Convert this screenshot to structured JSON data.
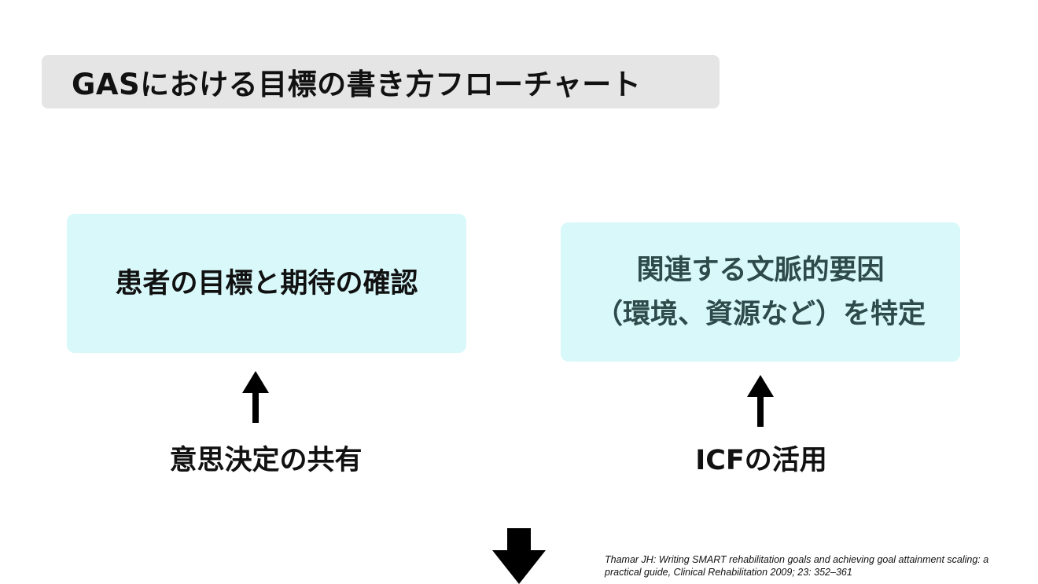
{
  "slide": {
    "title": "GASにおける目標の書き方フローチャート",
    "boxes": [
      {
        "id": "patient-goals",
        "lines": [
          "患者の目標と期待の確認"
        ]
      },
      {
        "id": "contextual-factors",
        "lines": [
          "関連する文脈的要因",
          "（環境、資源など）を特定"
        ]
      }
    ],
    "labels": {
      "left": "意思決定の共有",
      "right": "ICFの活用"
    },
    "arrows": {
      "left": "arrow-up",
      "right": "arrow-up",
      "bottom": "arrow-down"
    },
    "citation": {
      "line1": "Thamar JH: Writing SMART rehabilitation goals and achieving goal attainment scaling: a",
      "line2": "practical guide, Clinical Rehabilitation 2009; 23: 352–361"
    },
    "colors": {
      "title_bg": "#e5e5e5",
      "box_bg": "#d8f8fa",
      "text": "#111111",
      "right_box_text": "#2e4a4a"
    }
  }
}
